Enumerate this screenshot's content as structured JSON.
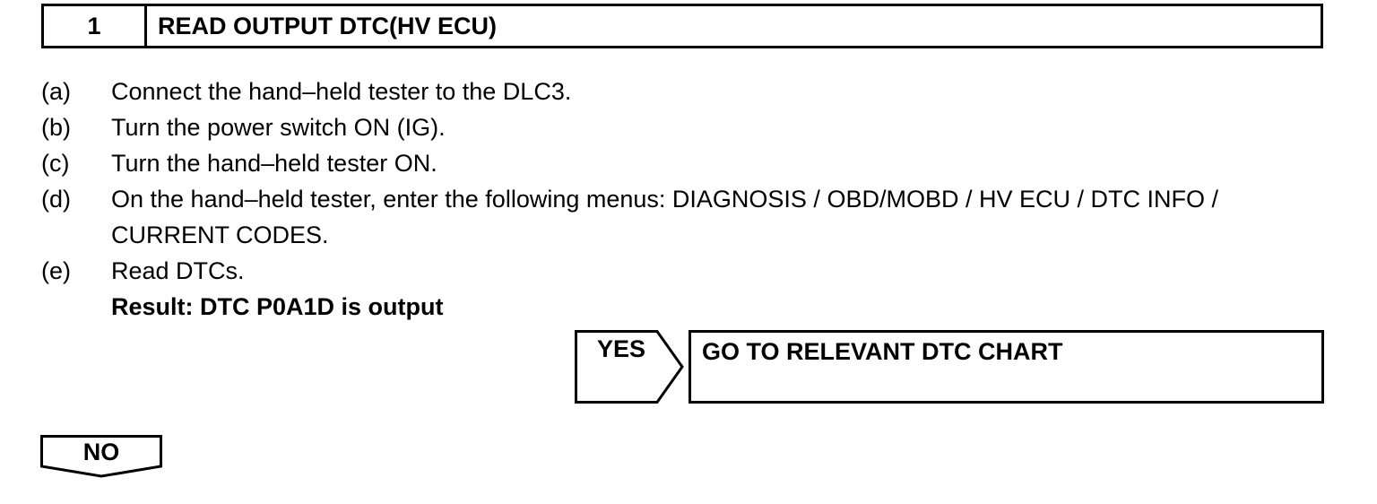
{
  "header": {
    "step_number": "1",
    "title": "READ OUTPUT DTC(HV ECU)"
  },
  "steps": [
    {
      "letter": "(a)",
      "text": "Connect the hand–held tester to the DLC3."
    },
    {
      "letter": "(b)",
      "text": "Turn the power switch ON (IG)."
    },
    {
      "letter": "(c)",
      "text": "Turn the hand–held tester ON."
    },
    {
      "letter": "(d)",
      "text": "On the hand–held tester, enter the following menus: DIAGNOSIS / OBD/MOBD / HV ECU / DTC INFO / CURRENT CODES."
    },
    {
      "letter": "(e)",
      "text": "Read DTCs."
    }
  ],
  "result": "Result: DTC P0A1D is output",
  "yes": {
    "label": "YES",
    "action": "GO TO RELEVANT DTC CHART"
  },
  "no": {
    "label": "NO"
  }
}
